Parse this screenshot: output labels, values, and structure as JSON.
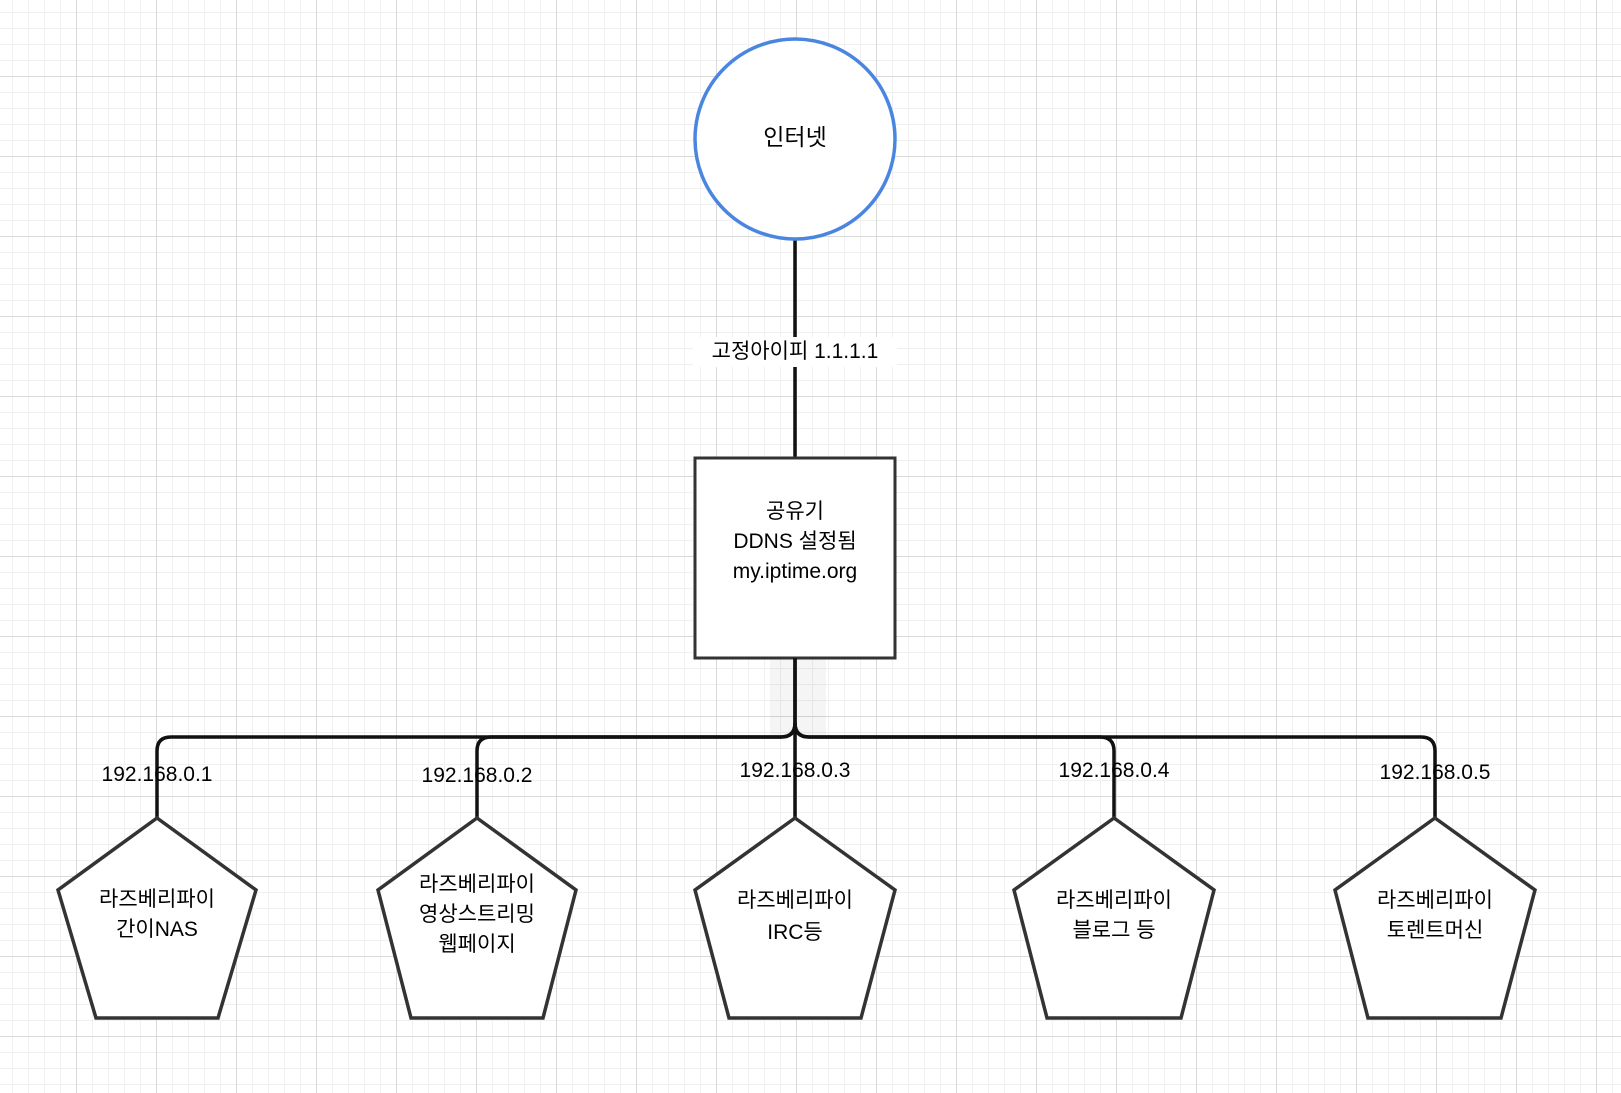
{
  "internet": {
    "label": "인터넷",
    "stroke": "#4a86e0"
  },
  "link_label": "고정아이피 1.1.1.1",
  "router": {
    "lines": [
      "공유기",
      "DDNS 설정됨",
      "my.iptime.org"
    ]
  },
  "devices": [
    {
      "ip": "192.168.0.1",
      "lines": [
        "라즈베리파이",
        "간이NAS"
      ]
    },
    {
      "ip": "192.168.0.2",
      "lines": [
        "라즈베리파이",
        "영상스트리밍",
        "웹페이지"
      ]
    },
    {
      "ip": "192.168.0.3",
      "lines": [
        "라즈베리파이",
        "IRC등"
      ]
    },
    {
      "ip": "192.168.0.4",
      "lines": [
        "라즈베리파이",
        "블로그 등"
      ]
    },
    {
      "ip": "192.168.0.5",
      "lines": [
        "라즈베리파이",
        "토렌트머신"
      ]
    }
  ]
}
